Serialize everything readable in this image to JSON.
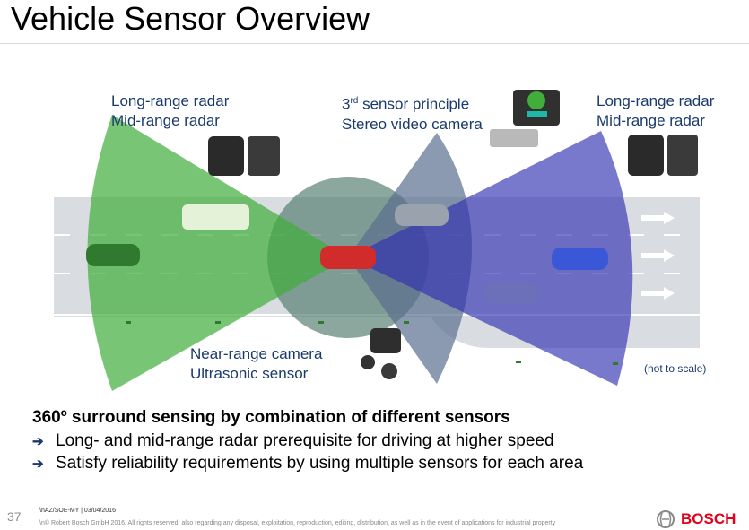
{
  "title": "Vehicle Sensor Overview",
  "labels": {
    "left_radar_line1": "Long-range radar",
    "left_radar_line2": "Mid-range radar",
    "center_line1_main": "3",
    "center_line1_sup": "rd",
    "center_line1_rest": " sensor principle",
    "center_line2": "Stereo video camera",
    "right_radar_line1": "Long-range radar",
    "right_radar_line2": "Mid-range radar",
    "near_line1": "Near-range camera",
    "near_line2": "Ultrasonic sensor",
    "scale_note": "(not to scale)"
  },
  "headline": "360º surround sensing by combination of different sensors",
  "bullets": [
    "Long- and mid-range radar prerequisite for driving at higher speed",
    "Satisfy reliability requirements by using multiple sensors for each area"
  ],
  "bullet_icon": "arrow-icon",
  "footer": {
    "page_number": "37",
    "department": "\\nAZ/SOE-MY | 03/04/2016",
    "copyright": "\\n© Robert Bosch GmbH 2016. All rights reserved, also regarding any disposal, exploitation, reproduction, editing, distribution, as well as in the event of applications for industrial property"
  },
  "logo": {
    "text": "BOSCH",
    "color": "#e2001a"
  },
  "colors": {
    "title_text": "#000000",
    "label_text": "#1a3a6b",
    "long_range_cone": "#3fae3a",
    "right_radar_cone": "#3030b0",
    "near_range_circle": "#4f7a6a",
    "road": "#d9dde1"
  }
}
